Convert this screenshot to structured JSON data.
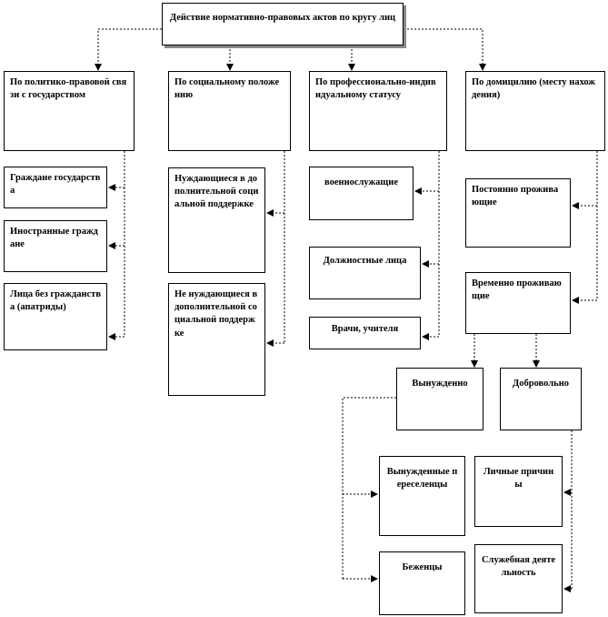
{
  "root": {
    "label": "Действие нормативно-правовых актов по кругу лиц"
  },
  "categories": {
    "political": "По политико-правовой связи с государством",
    "social": "По социальному положению",
    "professional": "По профессионально-индивидуальному статусу",
    "domicile": "По домицилию (месту нахождения)"
  },
  "political_items": {
    "citizens": "Граждане государства",
    "foreign": "Иностранные граждане",
    "stateless": "Лица без гражданства (апатриды)"
  },
  "social_items": {
    "needing": "Нуждающиеся в дополнительной социальной поддержке",
    "not_needing": "Не нуждающиеся в дополнительной социальной поддержке"
  },
  "professional_items": {
    "military": "военнослужащие",
    "officials": "Должностные лица",
    "doctors": "Врачи, учителя"
  },
  "domicile_items": {
    "permanent": "Постоянно проживающие",
    "temporary": "Временно проживающие"
  },
  "temporary_items": {
    "forced": "Вынужденно",
    "voluntary": "Добровольно"
  },
  "forced_items": {
    "migrants": "Вынужденные переселенцы",
    "refugees": "Беженцы"
  },
  "voluntary_items": {
    "personal": "Личные причины",
    "service": "Служебная деятельность"
  }
}
